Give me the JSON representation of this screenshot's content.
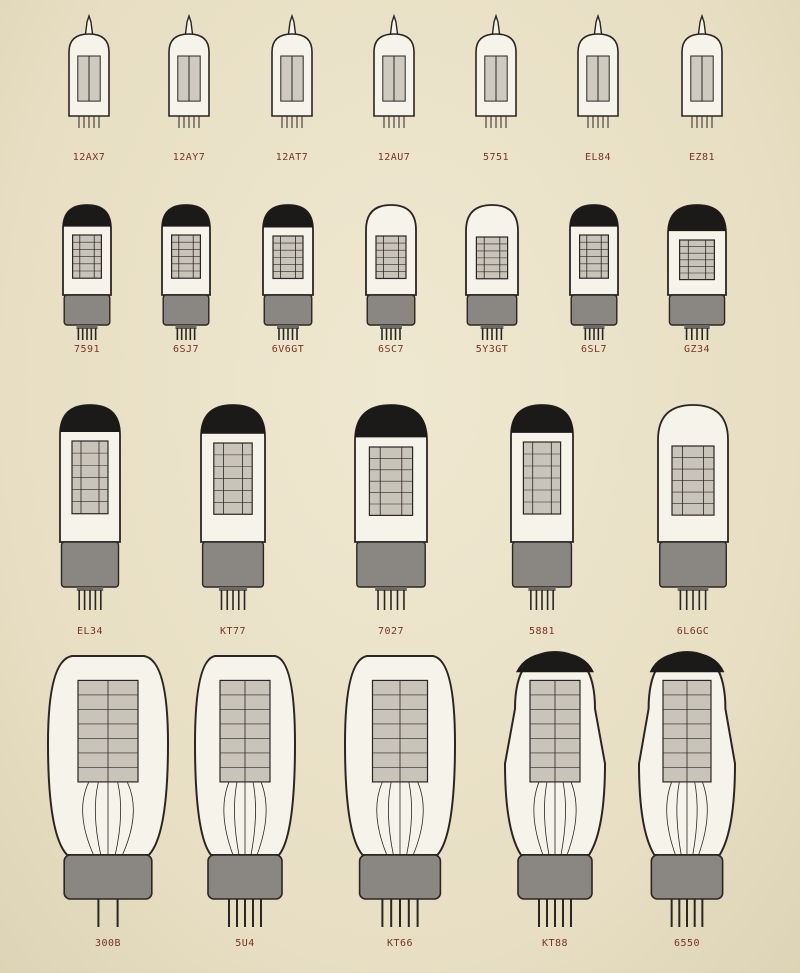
{
  "colors": {
    "paper": "#eae2c8",
    "ink": "#2b2622",
    "glass": "#f6f3ea",
    "base": "#8a8782",
    "getter": "#1c1a18",
    "label": "#7a3328"
  },
  "rows": [
    {
      "tubes": [
        {
          "label": "12AX7",
          "shape": "mini",
          "top": "plain"
        },
        {
          "label": "12AY7",
          "shape": "mini",
          "top": "plain"
        },
        {
          "label": "12AT7",
          "shape": "mini",
          "top": "plain"
        },
        {
          "label": "12AU7",
          "shape": "mini",
          "top": "plain"
        },
        {
          "label": "5751",
          "shape": "mini",
          "top": "plain"
        },
        {
          "label": "EL84",
          "shape": "mini",
          "top": "plain"
        },
        {
          "label": "EZ81",
          "shape": "mini",
          "top": "plain"
        }
      ]
    },
    {
      "tubes": [
        {
          "label": "7591",
          "shape": "straight",
          "top": "dark"
        },
        {
          "label": "6SJ7",
          "shape": "straight",
          "top": "dark"
        },
        {
          "label": "6V6GT",
          "shape": "straight",
          "top": "dark"
        },
        {
          "label": "6SC7",
          "shape": "straight",
          "top": "plain"
        },
        {
          "label": "5Y3GT",
          "shape": "straight",
          "top": "plain"
        },
        {
          "label": "6SL7",
          "shape": "straight",
          "top": "dark"
        },
        {
          "label": "GZ34",
          "shape": "straight",
          "top": "dark"
        }
      ]
    },
    {
      "tubes": [
        {
          "label": "EL34",
          "shape": "straight",
          "top": "dark"
        },
        {
          "label": "KT77",
          "shape": "straight",
          "top": "dark"
        },
        {
          "label": "7027",
          "shape": "straight",
          "top": "dark"
        },
        {
          "label": "5881",
          "shape": "straight",
          "top": "dark"
        },
        {
          "label": "6L6GC",
          "shape": "straight",
          "top": "plain"
        }
      ]
    },
    {
      "tubes": [
        {
          "label": "300B",
          "shape": "globe",
          "top": "plain"
        },
        {
          "label": "5U4",
          "shape": "globe",
          "top": "plain"
        },
        {
          "label": "KT66",
          "shape": "globe",
          "top": "plain"
        },
        {
          "label": "KT88",
          "shape": "coke",
          "top": "dark"
        },
        {
          "label": "6550",
          "shape": "coke",
          "top": "dark"
        }
      ]
    }
  ]
}
